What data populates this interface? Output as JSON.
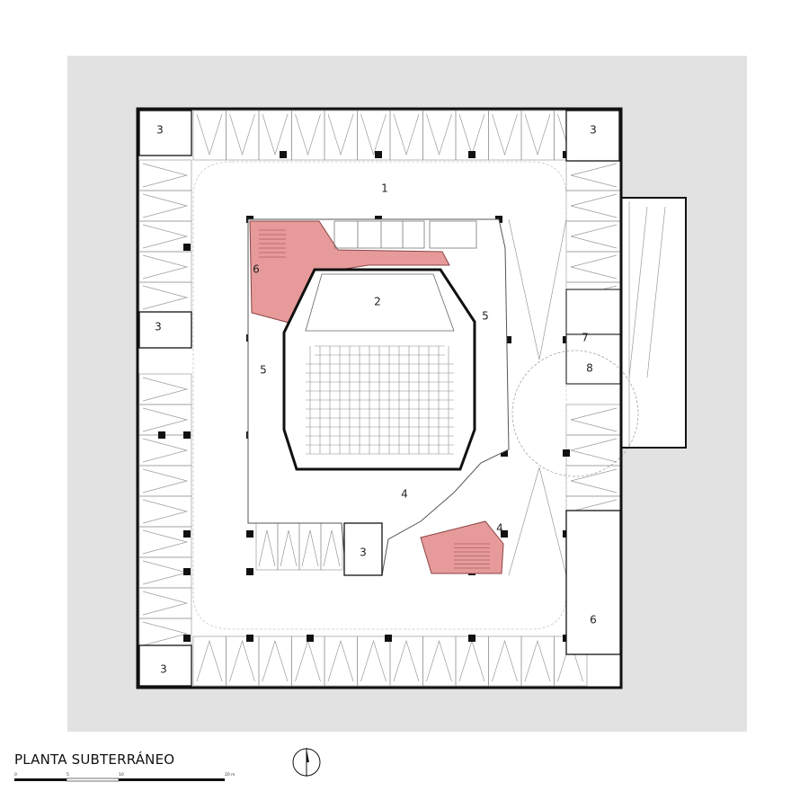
{
  "title": "PLANTA SUBTERRÁNEO",
  "scale": {
    "ticks": [
      "0",
      "5",
      "10",
      "20 m"
    ]
  },
  "colors": {
    "surround": "#e2e2e2",
    "highlight": "#e79a9a",
    "wall": "#111111",
    "line": "#9a9a9a"
  },
  "rooms": [
    {
      "id": "r1a",
      "text": "1"
    },
    {
      "id": "r2",
      "text": "2"
    },
    {
      "id": "r3a",
      "text": "3"
    },
    {
      "id": "r3b",
      "text": "3"
    },
    {
      "id": "r3c",
      "text": "3"
    },
    {
      "id": "r3d",
      "text": "3"
    },
    {
      "id": "r3e",
      "text": "3"
    },
    {
      "id": "r4a",
      "text": "4"
    },
    {
      "id": "r4b",
      "text": "4"
    },
    {
      "id": "r5a",
      "text": "5"
    },
    {
      "id": "r5b",
      "text": "5"
    },
    {
      "id": "r6a",
      "text": "6"
    },
    {
      "id": "r6b",
      "text": "6"
    },
    {
      "id": "r7",
      "text": "7"
    },
    {
      "id": "r8",
      "text": "8"
    }
  ]
}
